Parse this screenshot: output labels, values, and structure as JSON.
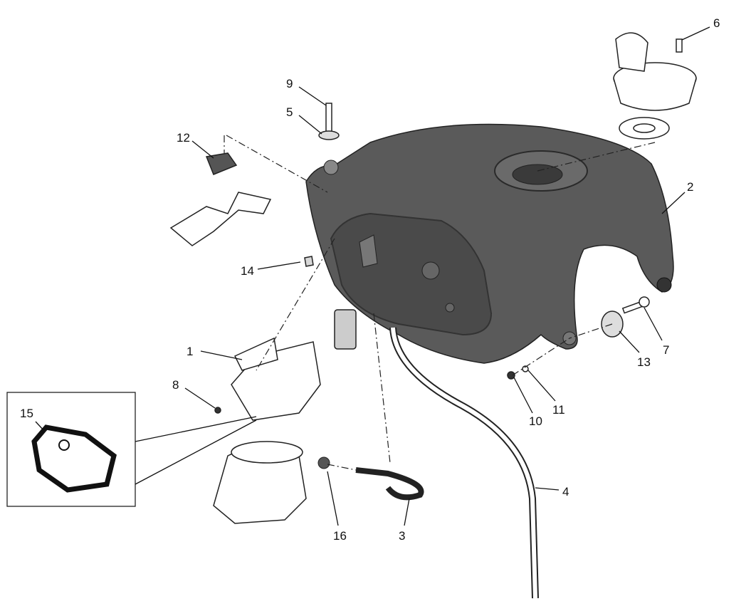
{
  "title": "Fuel tank exploded parts diagram",
  "colors": {
    "tank": "#555555",
    "line": "#222222",
    "background": "#ffffff"
  },
  "callouts": [
    {
      "id": "1",
      "part": "fuel-pump-assembly"
    },
    {
      "id": "2",
      "part": "fuel-tank"
    },
    {
      "id": "3",
      "part": "breather-hose-elbow"
    },
    {
      "id": "4",
      "part": "drain-hose"
    },
    {
      "id": "5",
      "part": "washer"
    },
    {
      "id": "6",
      "part": "filler-cap-screw"
    },
    {
      "id": "7",
      "part": "rear-screw"
    },
    {
      "id": "8",
      "part": "pump-flange-screw"
    },
    {
      "id": "9",
      "part": "front-screw"
    },
    {
      "id": "10",
      "part": "screw"
    },
    {
      "id": "11",
      "part": "washer"
    },
    {
      "id": "12",
      "part": "rubber-mount"
    },
    {
      "id": "13",
      "part": "spacer-bushing"
    },
    {
      "id": "14",
      "part": "clip"
    },
    {
      "id": "15",
      "part": "pump-gasket"
    },
    {
      "id": "16",
      "part": "hose-connector"
    }
  ]
}
